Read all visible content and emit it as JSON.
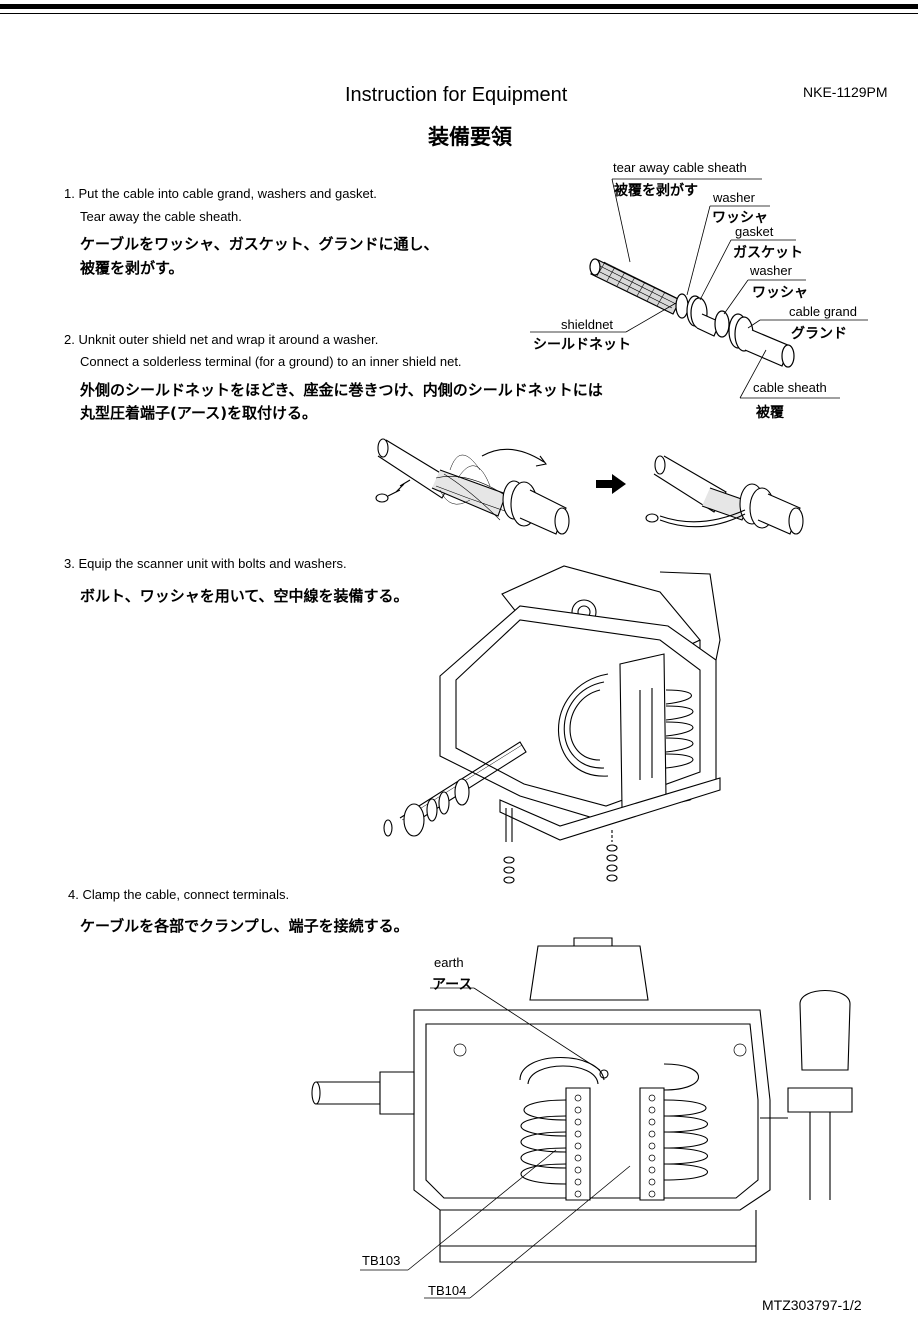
{
  "header": {
    "title_en": "Instruction for Equipment",
    "title_jp": "装備要領",
    "doc_id": "NKE-1129PM"
  },
  "steps": [
    {
      "line1": "1. Put the cable into cable grand, washers and gasket.",
      "line2": "Tear away the cable sheath.",
      "jp1": "ケーブルをワッシャ、ガスケット、グランドに通し、",
      "jp2": "被覆を剥がす。"
    },
    {
      "line1": "2. Unknit outer shield net and wrap it around a washer.",
      "line2": "Connect a solderless terminal (for a ground) to an inner shield net.",
      "jp1": "外側のシールドネットをほどき、座金に巻きつけ、内側のシールドネットには",
      "jp2": "丸型圧着端子(アース)を取付ける。"
    },
    {
      "line1": "3. Equip the scanner unit with bolts and washers.",
      "jp1": "ボルト、ワッシャを用いて、空中線を装備する。"
    },
    {
      "line1": "4. Clamp the cable, connect terminals.",
      "jp1": "ケーブルを各部でクランプし、端子を接続する。"
    }
  ],
  "labels": {
    "tear_away_en": "tear away cable sheath",
    "tear_away_jp": "被覆を剥がす",
    "washer1_en": "washer",
    "washer1_jp": "ワッシャ",
    "gasket_en": "gasket",
    "gasket_jp": "ガスケット",
    "washer2_en": "washer",
    "washer2_jp": "ワッシャ",
    "cable_grand_en": "cable grand",
    "cable_grand_jp": "グランド",
    "shieldnet_en": "shieldnet",
    "shieldnet_jp": "シールドネット",
    "cable_sheath_en": "cable sheath",
    "cable_sheath_jp": "被覆",
    "earth_en": "earth",
    "earth_jp": "アース",
    "tb103": "TB103",
    "tb104": "TB104"
  },
  "footer": {
    "drawing_no": "MTZ303797-1/2"
  }
}
